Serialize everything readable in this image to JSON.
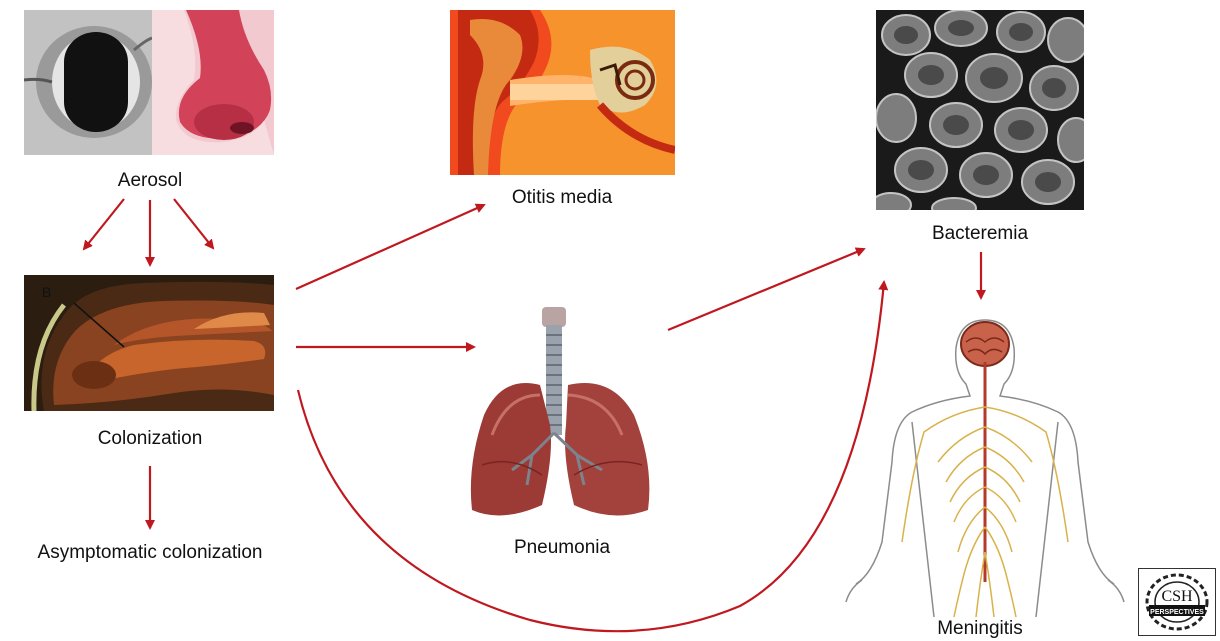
{
  "labels": {
    "aerosol": "Aerosol",
    "colonization": "Colonization",
    "asymptomatic": "Asymptomatic colonization",
    "otitis": "Otitis media",
    "pneumonia": "Pneumonia",
    "bacteremia": "Bacteremia",
    "meningitis": "Meningitis"
  },
  "inset": {
    "colonization_marker": "B"
  },
  "logo": {
    "text_top": "CSH",
    "text_bottom": "PERSPECTIVES"
  },
  "colors": {
    "arrow": "#c0181f"
  }
}
